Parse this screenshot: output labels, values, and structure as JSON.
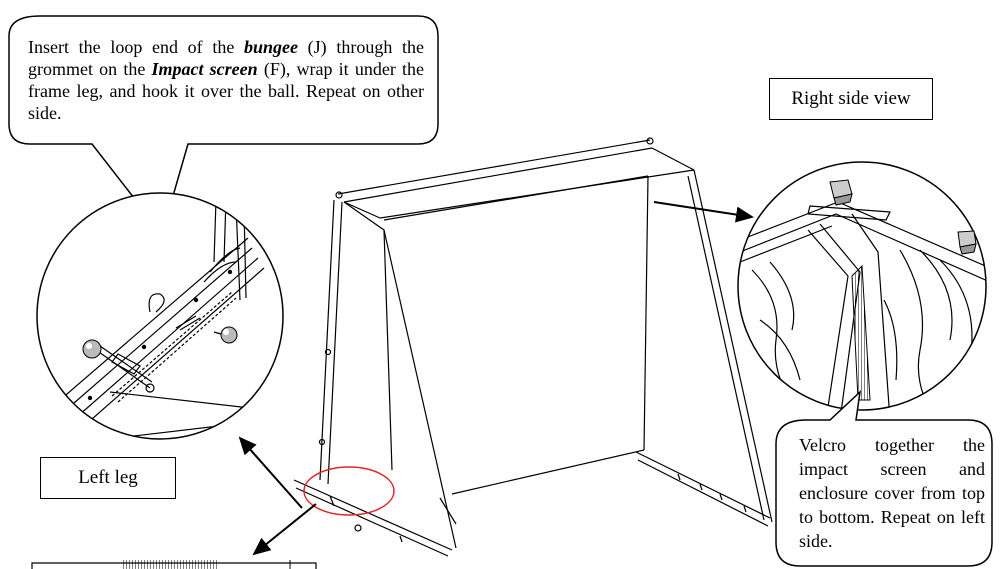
{
  "callouts": {
    "top": {
      "segments": [
        {
          "text": "Insert the loop end of the ",
          "style": "normal"
        },
        {
          "text": "bungee",
          "style": "bold-italic"
        },
        {
          "text": " (J) through the grommet on the ",
          "style": "normal"
        },
        {
          "text": "Impact screen",
          "style": "bold-italic"
        },
        {
          "text": " (F), wrap it under the frame leg, and hook it over the ball. Repeat on other side.",
          "style": "normal"
        }
      ]
    },
    "right": {
      "text": "Velcro together the impact screen and enclosure cover from top to bottom. Repeat on left side."
    }
  },
  "labels": {
    "right_view": "Right side view",
    "left_leg": "Left leg"
  },
  "colors": {
    "line": "#000000",
    "highlight_circle": "#e0262a",
    "background": "#ffffff"
  }
}
